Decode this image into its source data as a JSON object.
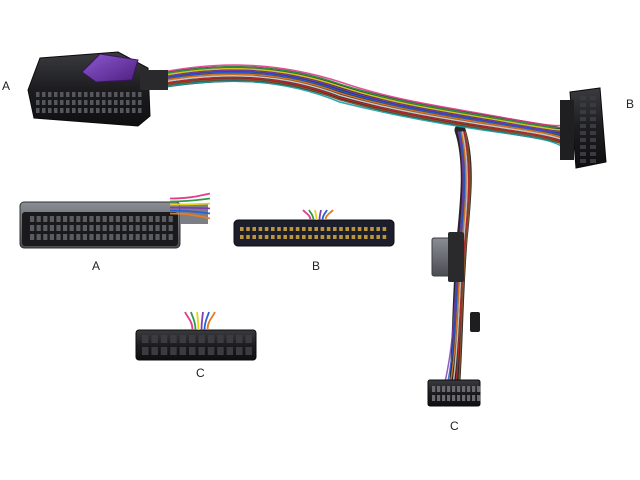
{
  "labels": {
    "connector_a_harness": "A",
    "connector_b_harness": "B",
    "connector_c_harness": "C",
    "connector_a_detail": "A",
    "connector_b_detail": "B",
    "connector_c_detail": "C"
  },
  "colors": {
    "background": "#ffffff",
    "connector_body": "#1c1c1e",
    "connector_gray": "#5c5f66",
    "latch_purple": "#6a2fa0",
    "sheath": "#2a2a2a",
    "wire_colors": [
      "#e23c8c",
      "#2f9d45",
      "#e8d21f",
      "#7b3fb2",
      "#2b5fd6",
      "#e67c1f",
      "#d6d6d6",
      "#c22a2a",
      "#8a5a2b",
      "#19a0a8"
    ]
  }
}
